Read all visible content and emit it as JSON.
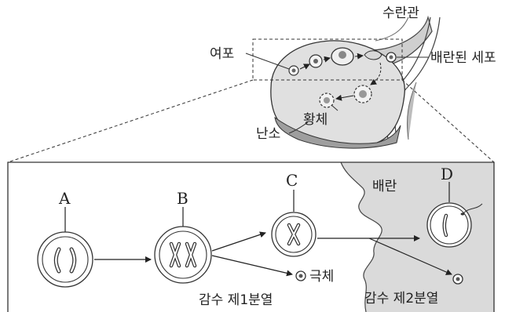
{
  "top_labels": {
    "oviduct": "수란관",
    "follicle": "여포",
    "ovulated_cell": "배란된 세포",
    "corpus_luteum": "황체",
    "ovary": "난소"
  },
  "stage_labels": {
    "A": "A",
    "B": "B",
    "C": "C",
    "D": "D"
  },
  "process_labels": {
    "ovulation": "배란",
    "polar_body": "극체",
    "meiosis_1": "감수 제1분열",
    "meiosis_2": "감수 제2분열"
  }
}
